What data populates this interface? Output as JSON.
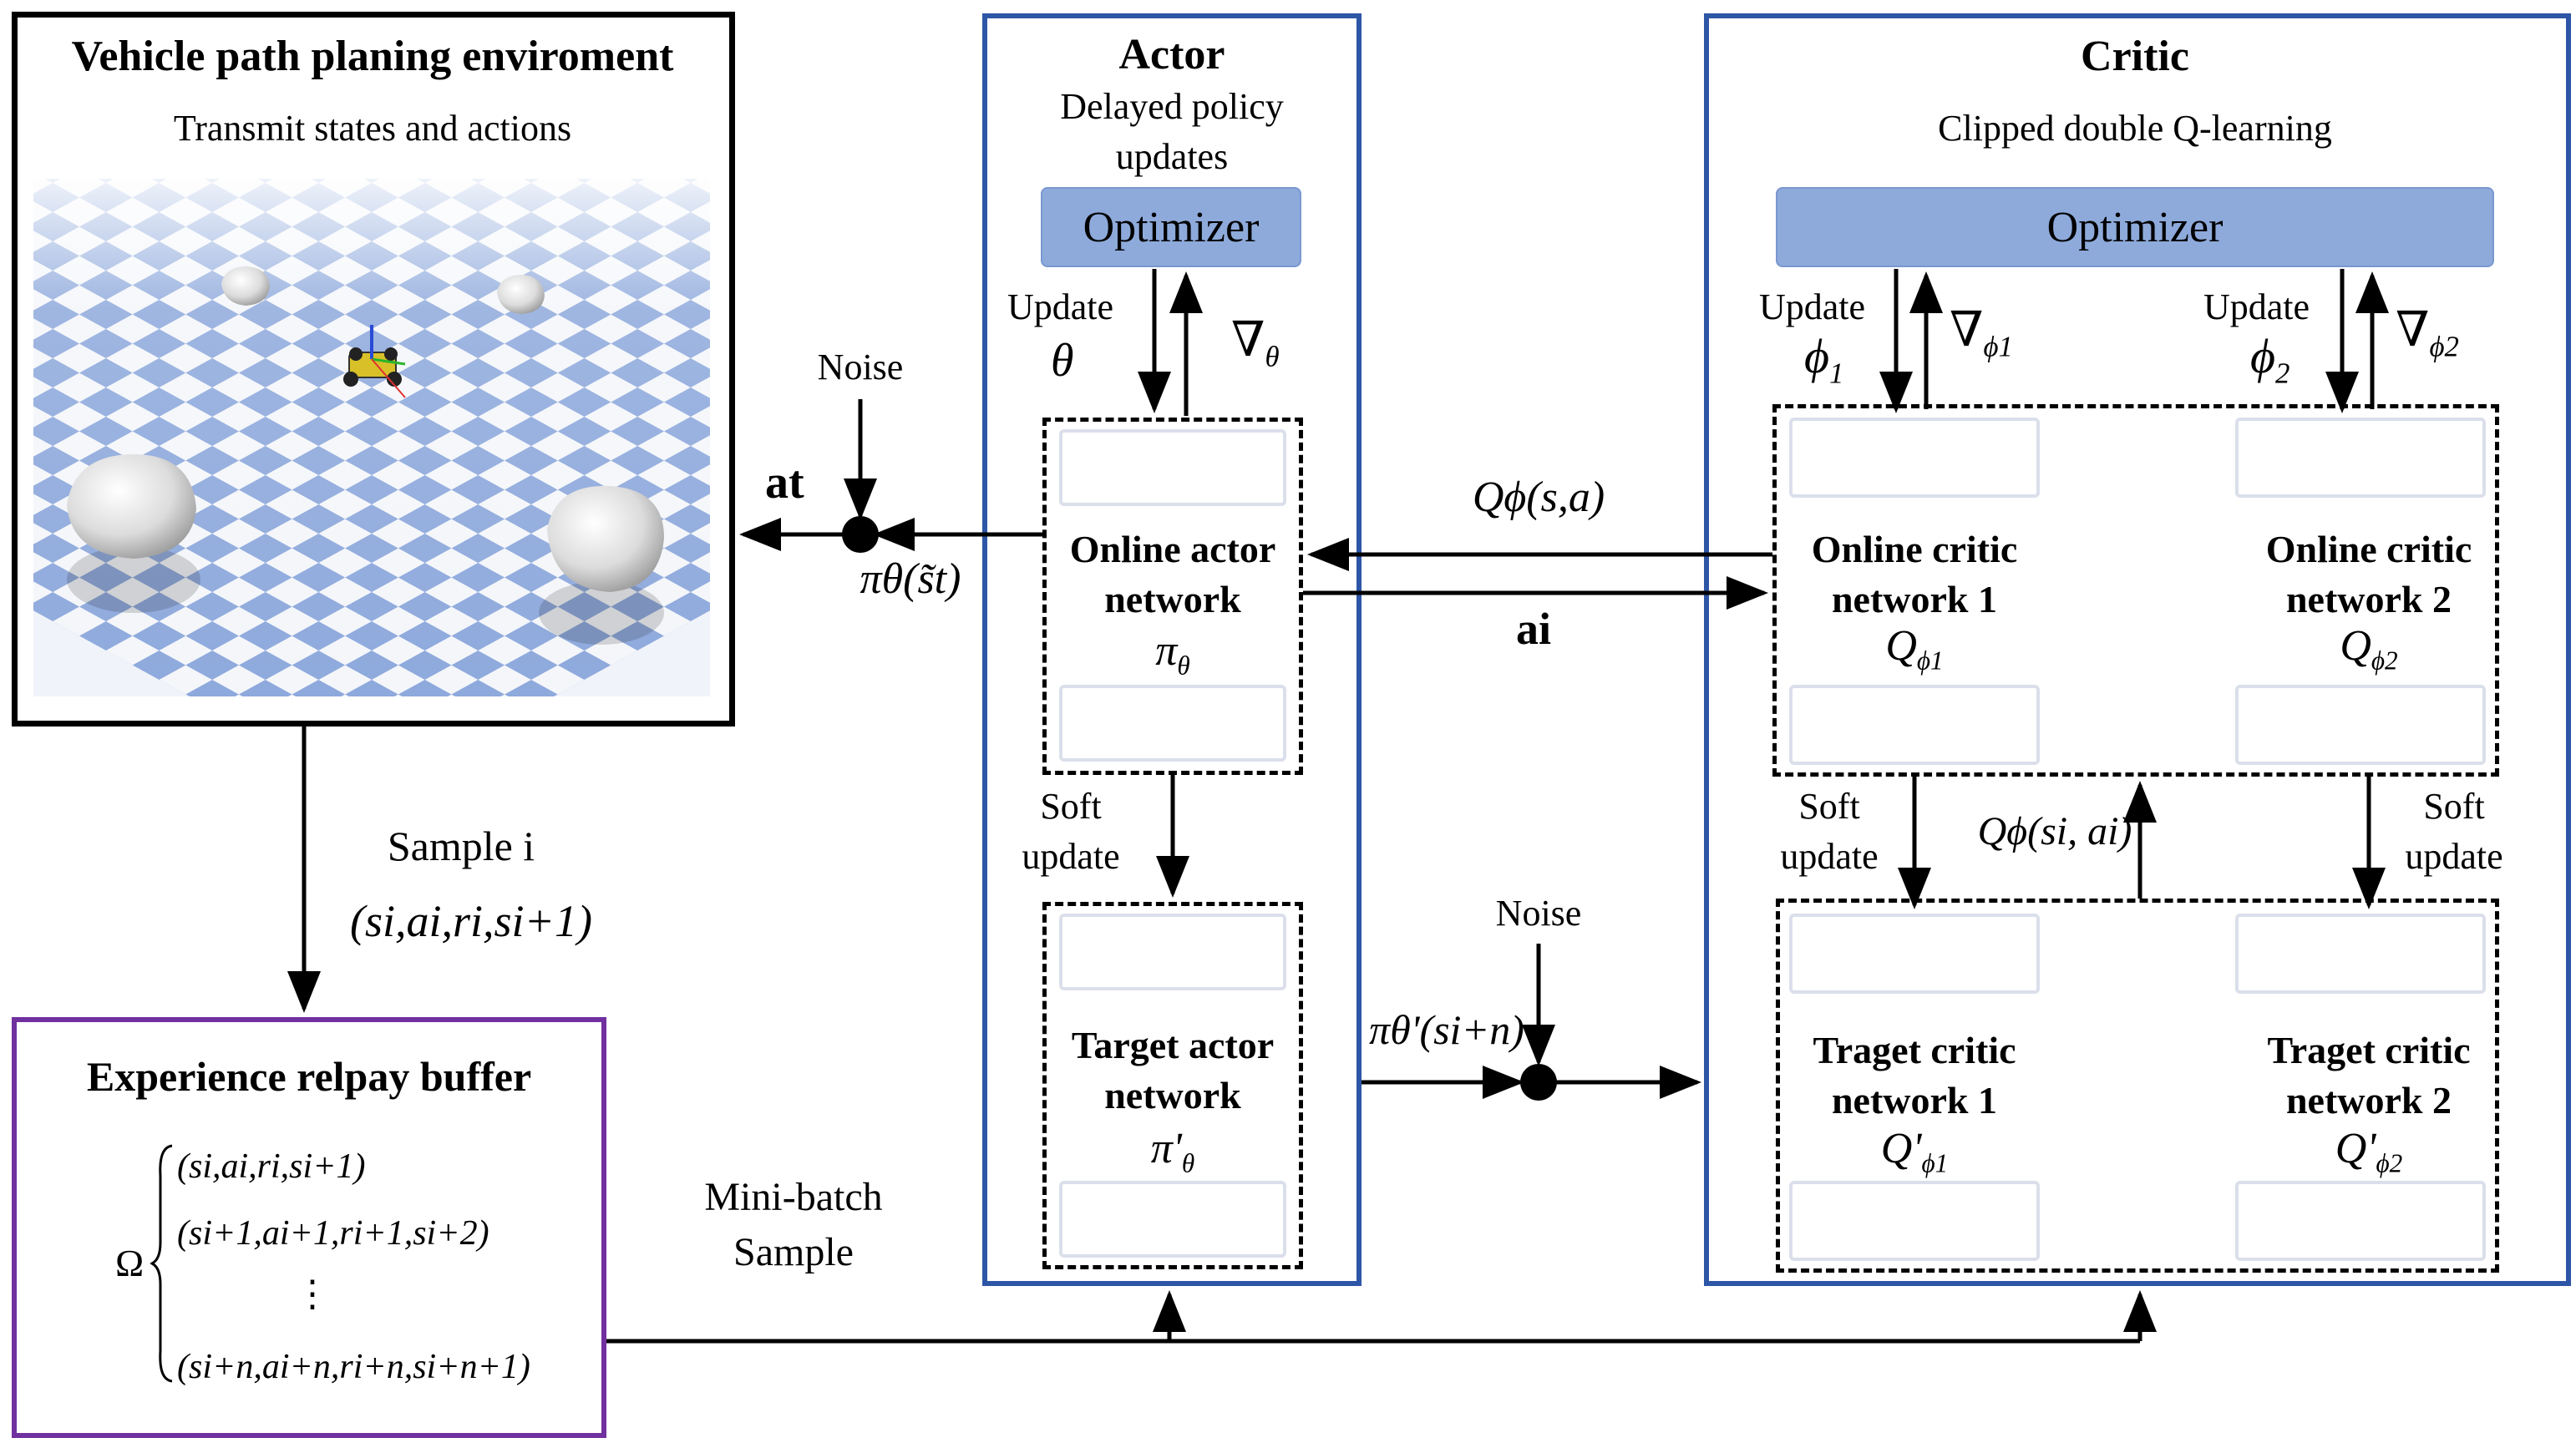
{
  "env": {
    "title": "Vehicle path planing enviroment",
    "subtitle": "Transmit states and actions"
  },
  "actor": {
    "title": "Actor",
    "subtitle_line1": "Delayed policy",
    "subtitle_line2": "updates",
    "optimizer": "Optimizer",
    "update_label": "Update",
    "update_param": "θ",
    "grad_symbol": "∇",
    "grad_sub": "θ",
    "online_line1": "Online actor",
    "online_line2": "network",
    "online_symbol": "π",
    "online_sub": "θ",
    "soft_line1": "Soft",
    "soft_line2": "update",
    "target_line1": "Target actor",
    "target_line2": "network",
    "target_symbol": "π'",
    "target_sub": "θ"
  },
  "critic": {
    "title": "Critic",
    "subtitle": "Clipped double Q-learning",
    "optimizer": "Optimizer",
    "update1_label": "Update",
    "update1_param": "ϕ",
    "update1_sub": "1",
    "grad1_symbol": "∇",
    "grad1_sub": "ϕ1",
    "update2_label": "Update",
    "update2_param": "ϕ",
    "update2_sub": "2",
    "grad2_symbol": "∇",
    "grad2_sub": "ϕ2",
    "online1_line1": "Online critic",
    "online1_line2": "network 1",
    "online1_symbol": "Q",
    "online1_sub": "ϕ1",
    "online2_line1": "Online critic",
    "online2_line2": "network 2",
    "online2_symbol": "Q",
    "online2_sub": "ϕ2",
    "soft_left_line1": "Soft",
    "soft_left_line2": "update",
    "soft_right_line1": "Soft",
    "soft_right_line2": "update",
    "target1_line1": "Traget critic",
    "target1_line2": "network 1",
    "target1_symbol": "Q'",
    "target1_sub": "ϕ1",
    "target2_line1": "Traget critic",
    "target2_line2": "network 2",
    "target2_symbol": "Q'",
    "target2_sub": "ϕ2",
    "q_mid": "Qϕ(si, ai)"
  },
  "flows": {
    "noise_top": "Noise",
    "noise_bottom": "Noise",
    "action_t": "at",
    "policy_out": "πθ(s̃t)",
    "q_feedback": "Qϕ(s,a)",
    "action_i": "ai",
    "target_policy": "πθ'(si+n)",
    "sample_label": "Sample i",
    "sample_tuple": "(si,ai,ri,si+1)",
    "minibatch_line1": "Mini-batch",
    "minibatch_line2": "Sample"
  },
  "buffer": {
    "title": "Experience relpay buffer",
    "omega": "Ω",
    "rows": [
      "(si,ai,ri,si+1)",
      "(si+1,ai+1,ri+1,si+2)",
      "⋮",
      "(si+n,ai+n,ri+n,si+n+1)"
    ]
  },
  "colors": {
    "actor_border": "#2e56a6",
    "critic_border": "#2e56a6",
    "buffer_border": "#7030a0",
    "optimizer_fill": "#8eaadb",
    "checker_blue": "#8ea9dc",
    "checker_white": "#f4f6fa"
  }
}
